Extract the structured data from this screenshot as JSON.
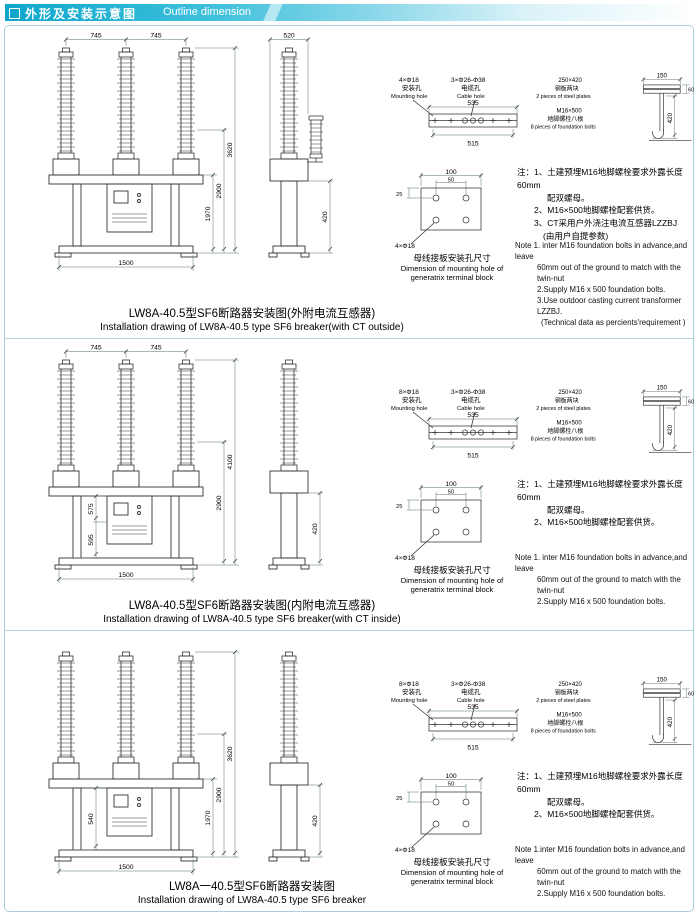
{
  "header": {
    "title_zh": "外形及安装示意图",
    "title_en": "Outline dimension"
  },
  "panels": [
    {
      "caption_zh": "LW8A-40.5型SF6断路器安装图(外附电流互感器)",
      "caption_en": "Installation drawing of LW8A-40.5 type SF6 breaker(with CT outside)",
      "dims": {
        "pole_span_1": "745",
        "pole_span_2": "745",
        "side_top": "520",
        "h_low": "1970",
        "h_mid": "2900",
        "h_total": "3620",
        "base_width": "1500",
        "side_support": "420"
      },
      "mounting": {
        "holes": "4×Φ18",
        "holes_zh": "安装孔",
        "holes_en": "Mounting hole",
        "cable": "3×Φ26-Φ38",
        "cable_zh": "电缆孔",
        "cable_en": "Cable hole",
        "width": "535",
        "width2": "515"
      },
      "foundation": {
        "plate_size": "250×420",
        "plate_zh": "钢板两块",
        "plate_en": "2 pieces of steel plates",
        "bolt_size": "M16×500",
        "bolt_zh": "地脚螺栓八根",
        "bolt_en": "8 pieces of foundation bolts",
        "dim_top": "150",
        "dim_offset": "60",
        "dim_height": "420"
      },
      "terminal": {
        "dim_outer": "100",
        "dim_inner": "50",
        "dim_edge": "25",
        "holes": "4×Φ18",
        "caption_zh": "母线接板安装孔尺寸",
        "caption_en_1": "Dimension of mounting hole of",
        "caption_en_2": "generatrix terminal block"
      },
      "notes_zh": [
        "注：1、土建预埋M16地脚螺栓要求外露长度60mm",
        "配双螺母。",
        "2、M16×500地脚螺栓配套供货。",
        "3、CT采用户外浇注电流互感器LZZBJ",
        "(由用户自提参数)"
      ],
      "notes_en": [
        "Note 1. inter M16 foundation bolts in advance,and leave",
        "60mm out of the ground to match with the twin-nut",
        "2.Supply M16 x 500 foundation bolts.",
        "3.Use outdoor casting current transformer LZZBJ.",
        "(Technical data as percients'requirement )"
      ]
    },
    {
      "caption_zh": "LW8A-40.5型SF6断路器安装图(内附电流互感器)",
      "caption_en": "Installation drawing of LW8A-40.5 type SF6 breaker(with CT inside)",
      "dims": {
        "pole_span_1": "745",
        "pole_span_2": "745",
        "h_mid": "2900",
        "h_total": "4100",
        "left_1": "575",
        "left_2": "595",
        "base_width": "1500",
        "side_support": "420"
      },
      "mounting": {
        "holes": "8×Φ18",
        "holes_zh": "安装孔",
        "holes_en": "Mounting hole",
        "cable": "3×Φ26-Φ38",
        "cable_zh": "电缆孔",
        "cable_en": "Cable hole",
        "width": "535",
        "width2": "515"
      },
      "foundation": {
        "plate_size": "250×420",
        "plate_zh": "钢板两块",
        "plate_en": "2 pieces of steel plates",
        "bolt_size": "M16×500",
        "bolt_zh": "地脚螺栓八根",
        "bolt_en": "8 pieces of foundation bolts",
        "dim_top": "150",
        "dim_offset": "60",
        "dim_height": "420"
      },
      "terminal": {
        "dim_outer": "100",
        "dim_inner": "50",
        "dim_edge": "25",
        "holes": "4×Φ18",
        "caption_zh": "母线接板安装孔尺寸",
        "caption_en_1": "Dimension of mounting hole of",
        "caption_en_2": "generatrix terminal block"
      },
      "notes_zh": [
        "注：1、土建预埋M16地脚螺栓要求外露长度60mm",
        "配双螺母。",
        "2、M16×500地脚螺栓配套供货。"
      ],
      "notes_en": [
        "Note 1. inter M16 foundation bolts in advance,and leave",
        "60mm out of the ground to match with the twin-nut",
        "2.Supply M16 x 500 foundation bolts."
      ]
    },
    {
      "caption_zh": "LW8A一40.5型SF6断路器安装图",
      "caption_en": "Installation drawing of LW8A-40.5 type SF6 breaker",
      "dims": {
        "h_low": "1970",
        "h_mid": "2900",
        "h_total": "3620",
        "left_1": "540",
        "base_width": "1500",
        "side_support": "420"
      },
      "mounting": {
        "holes": "8×Φ18",
        "holes_zh": "安装孔",
        "holes_en": "Mounting hole",
        "cable": "3×Φ26-Φ38",
        "cable_zh": "电缆孔",
        "cable_en": "Cable hole",
        "width": "535",
        "width2": "515"
      },
      "foundation": {
        "plate_size": "250×420",
        "plate_zh": "钢板两块",
        "plate_en": "2 pieces of steel plates",
        "bolt_size": "M16×500",
        "bolt_zh": "地脚螺栓八根",
        "bolt_en": "8 pieces of foundation bolts",
        "dim_top": "150",
        "dim_offset": "60",
        "dim_height": "420"
      },
      "terminal": {
        "dim_outer": "100",
        "dim_inner": "50",
        "dim_edge": "25",
        "holes": "4×Φ18",
        "caption_zh": "母线接板安装孔尺寸",
        "caption_en_1": "Dimension of mounting hole of",
        "caption_en_2": "generatrix terminal block"
      },
      "notes_zh": [
        "注：1、土建预埋M16地脚螺栓要求外露长度60mm",
        "配双螺母。",
        "2、M16×500地脚螺栓配套供货。"
      ],
      "notes_en": [
        "Note 1.inter M16 foundation bolts in advance,and leave",
        "60mm out of the ground to match with the twin-nut",
        "2.Supply M16 x 500 foundation bolts."
      ]
    }
  ]
}
